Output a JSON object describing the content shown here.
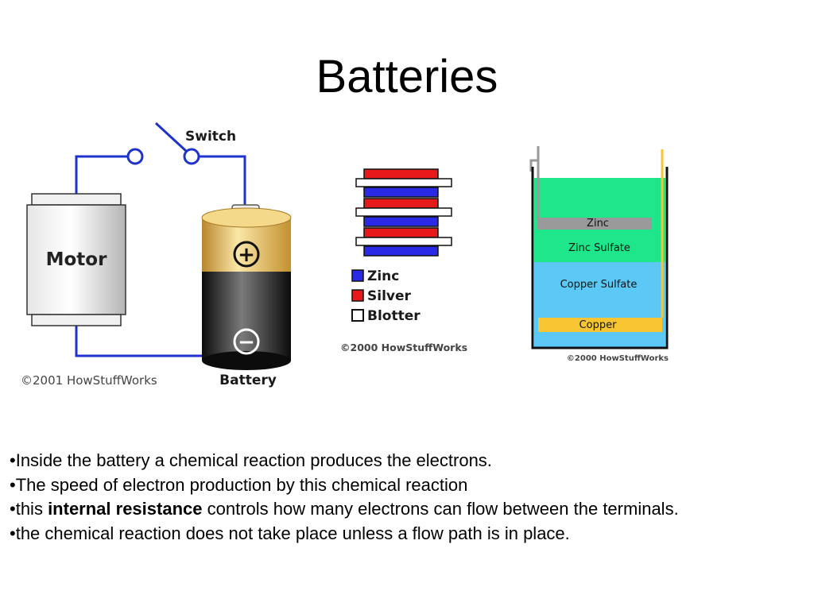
{
  "slide": {
    "title": "Batteries"
  },
  "circuit_figure": {
    "switch_label": "Switch",
    "motor_label": "Motor",
    "battery_label": "Battery",
    "plus_symbol": "+",
    "minus_symbol": "−",
    "credit": "©2001 HowStuffWorks",
    "colors": {
      "wire": "#1f33cc",
      "battery_top": "#e8b24a",
      "battery_bottom": "#1c1c1c"
    }
  },
  "stack_figure": {
    "legend": [
      {
        "label": "Zinc",
        "color": "#2a2ae6"
      },
      {
        "label": "Silver",
        "color": "#e61a1a"
      },
      {
        "label": "Blotter",
        "color": "#ffffff"
      }
    ],
    "credit": "©2000 HowStuffWorks"
  },
  "cell_figure": {
    "layers": {
      "zinc": "Zinc",
      "zinc_sulfate": "Zinc Sulfate",
      "copper_sulfate": "Copper Sulfate",
      "copper": "Copper"
    },
    "colors": {
      "zinc_sulfate": "#1ee68a",
      "copper_sulfate": "#5bc8f5",
      "copper": "#f7c531",
      "zinc": "#9a9a9a"
    },
    "credit": "©2000 HowStuffWorks"
  },
  "bullets": {
    "b1": "•Inside the battery a chemical reaction produces the electrons.",
    "b2": "•The speed of electron production by this chemical reaction",
    "b3_prefix": "•this ",
    "b3_bold": "internal resistance",
    "b3_suffix": " controls how many electrons can flow between the terminals.",
    "b4": "•the chemical reaction does not take place unless a flow path is in place."
  }
}
